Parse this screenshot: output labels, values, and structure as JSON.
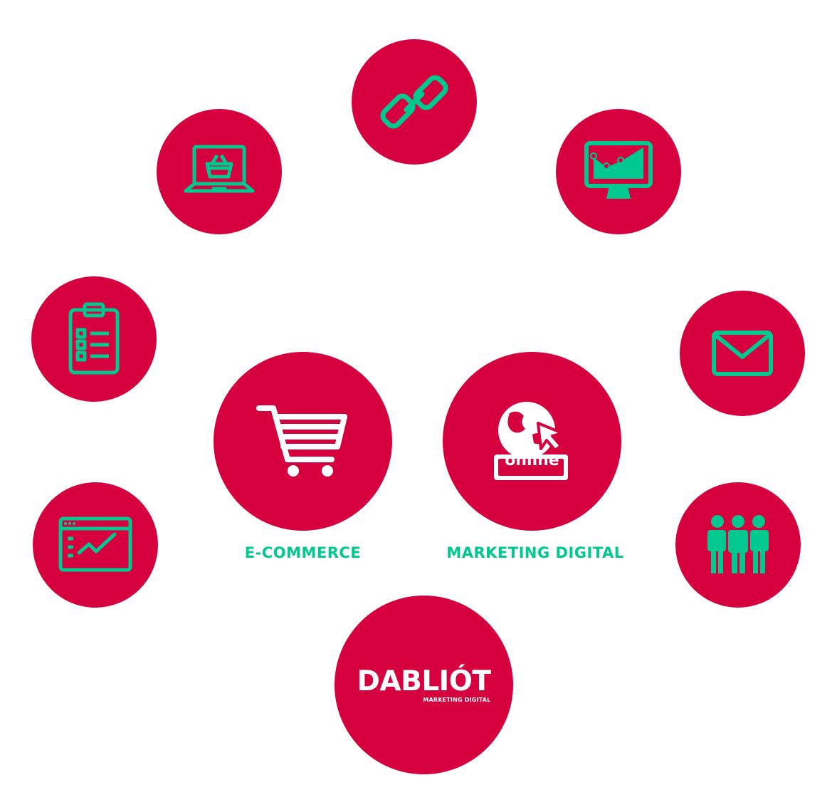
{
  "colors": {
    "circle": "#d6003f",
    "accent": "#00c98f",
    "white": "#ffffff"
  },
  "icons": [
    "link-chain-icon",
    "laptop-shopping-basket-icon",
    "monitor-analytics-icon",
    "clipboard-checklist-icon",
    "email-envelope-icon",
    "browser-analytics-icon",
    "people-group-icon",
    "shopping-cart-icon",
    "online-globe-cursor-icon"
  ],
  "labels": {
    "ecommerce": "E-COMMERCE",
    "marketing": "MARKETING DIGITAL"
  },
  "online_badge": "online",
  "brand": {
    "name": "DABLIÓT",
    "tagline": "MARKETING DIGITAL"
  }
}
